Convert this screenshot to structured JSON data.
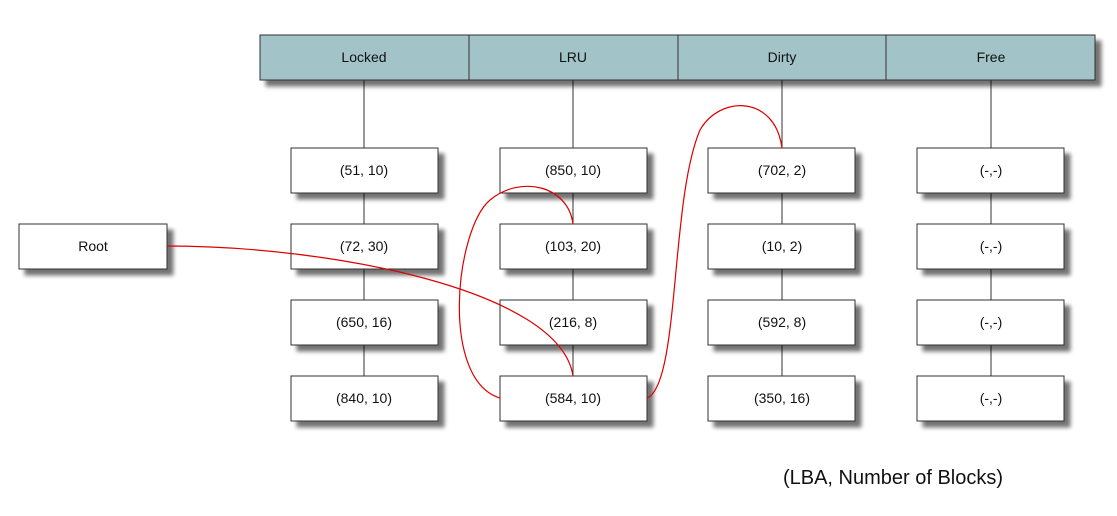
{
  "header": {
    "columns": [
      "Locked",
      "LRU",
      "Dirty",
      "Free"
    ]
  },
  "root": {
    "label": "Root"
  },
  "columns": [
    {
      "name": "Locked",
      "nodes": [
        "(51, 10)",
        "(72, 30)",
        "(650, 16)",
        "(840, 10)"
      ]
    },
    {
      "name": "LRU",
      "nodes": [
        "(850, 10)",
        "(103, 20)",
        "(216, 8)",
        "(584, 10)"
      ]
    },
    {
      "name": "Dirty",
      "nodes": [
        "(702, 2)",
        "(10, 2)",
        "(592, 8)",
        "(350, 16)"
      ]
    },
    {
      "name": "Free",
      "nodes": [
        "(-,-)",
        "(-,-)",
        "(-,-)",
        "(-,-)"
      ]
    }
  ],
  "caption": "(LBA, Number of Blocks)",
  "colors": {
    "header_fill": "#a2c4c9",
    "node_fill": "#ffffff",
    "border": "#333333",
    "shadow": "#555555",
    "connector": "#333333",
    "link": "#dd0000"
  },
  "links": [
    {
      "from": "Root",
      "to": "(584, 10)"
    },
    {
      "from": "(584, 10)",
      "to": "(103, 20)"
    },
    {
      "from": "(584, 10)",
      "to": "(702, 2)"
    }
  ]
}
